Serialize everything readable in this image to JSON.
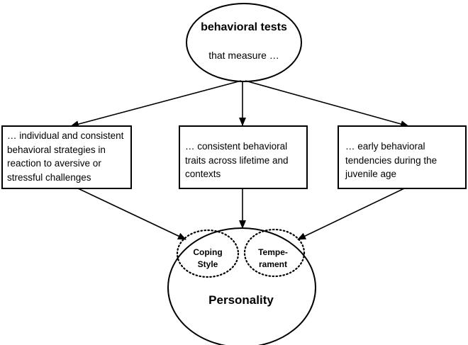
{
  "top_node": {
    "title": "behavioral tests",
    "subtitle": "that measure …"
  },
  "boxes": {
    "left": {
      "lines": [
        "… individual and consistent",
        "behavioral strategies in",
        "reaction to aversive or",
        "stressful challenges"
      ]
    },
    "middle": {
      "lines": [
        "… consistent behavioral",
        "traits across lifetime and",
        "contexts"
      ]
    },
    "right": {
      "lines": [
        "… early behavioral",
        "tendencies during the",
        "juvenile age"
      ]
    }
  },
  "personality": {
    "label": "Personality",
    "coping_style": [
      "Coping",
      "Style"
    ],
    "temperament": [
      "Tempe-",
      "rament"
    ]
  }
}
